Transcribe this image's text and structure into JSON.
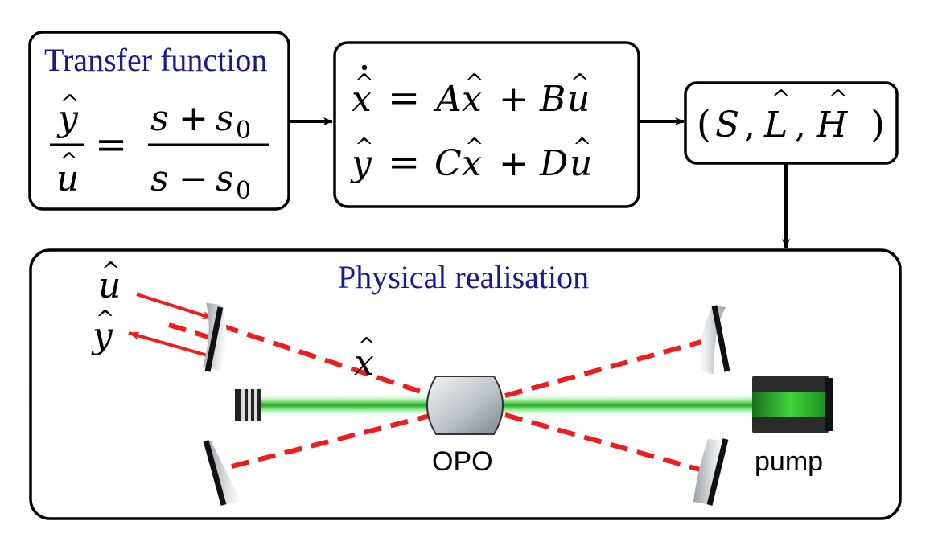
{
  "transfer_box": {
    "title": "Transfer function",
    "num_left": "y",
    "den_left": "u",
    "equals": "=",
    "num_right_a": "s",
    "num_right_op": "+",
    "num_right_b": "s",
    "num_right_sub": "0",
    "den_right_a": "s",
    "den_right_op": "−",
    "den_right_b": "s",
    "den_right_sub": "0"
  },
  "state_space_box": {
    "line1": {
      "lhs": "x",
      "eq": "=",
      "a": "A",
      "x": "x",
      "plus": "+",
      "b": "B",
      "u": "u"
    },
    "line2": {
      "lhs": "y",
      "eq": "=",
      "c": "C",
      "x": "x",
      "plus": "+",
      "d": "D",
      "u": "u"
    }
  },
  "slh_box": {
    "open": "(",
    "s": "S",
    "comma1": ",",
    "l": "L",
    "comma2": ",",
    "h": "H",
    "close": ")"
  },
  "physical_box": {
    "title": "Physical realisation",
    "input_label": "u",
    "output_label": "y",
    "mode_label": "x",
    "crystal_label": "OPO",
    "pump_label": "pump"
  },
  "colors": {
    "title_blue": "#1a1a8c",
    "beam_red": "#ee1c1c",
    "pump_green": "#22bb22"
  }
}
